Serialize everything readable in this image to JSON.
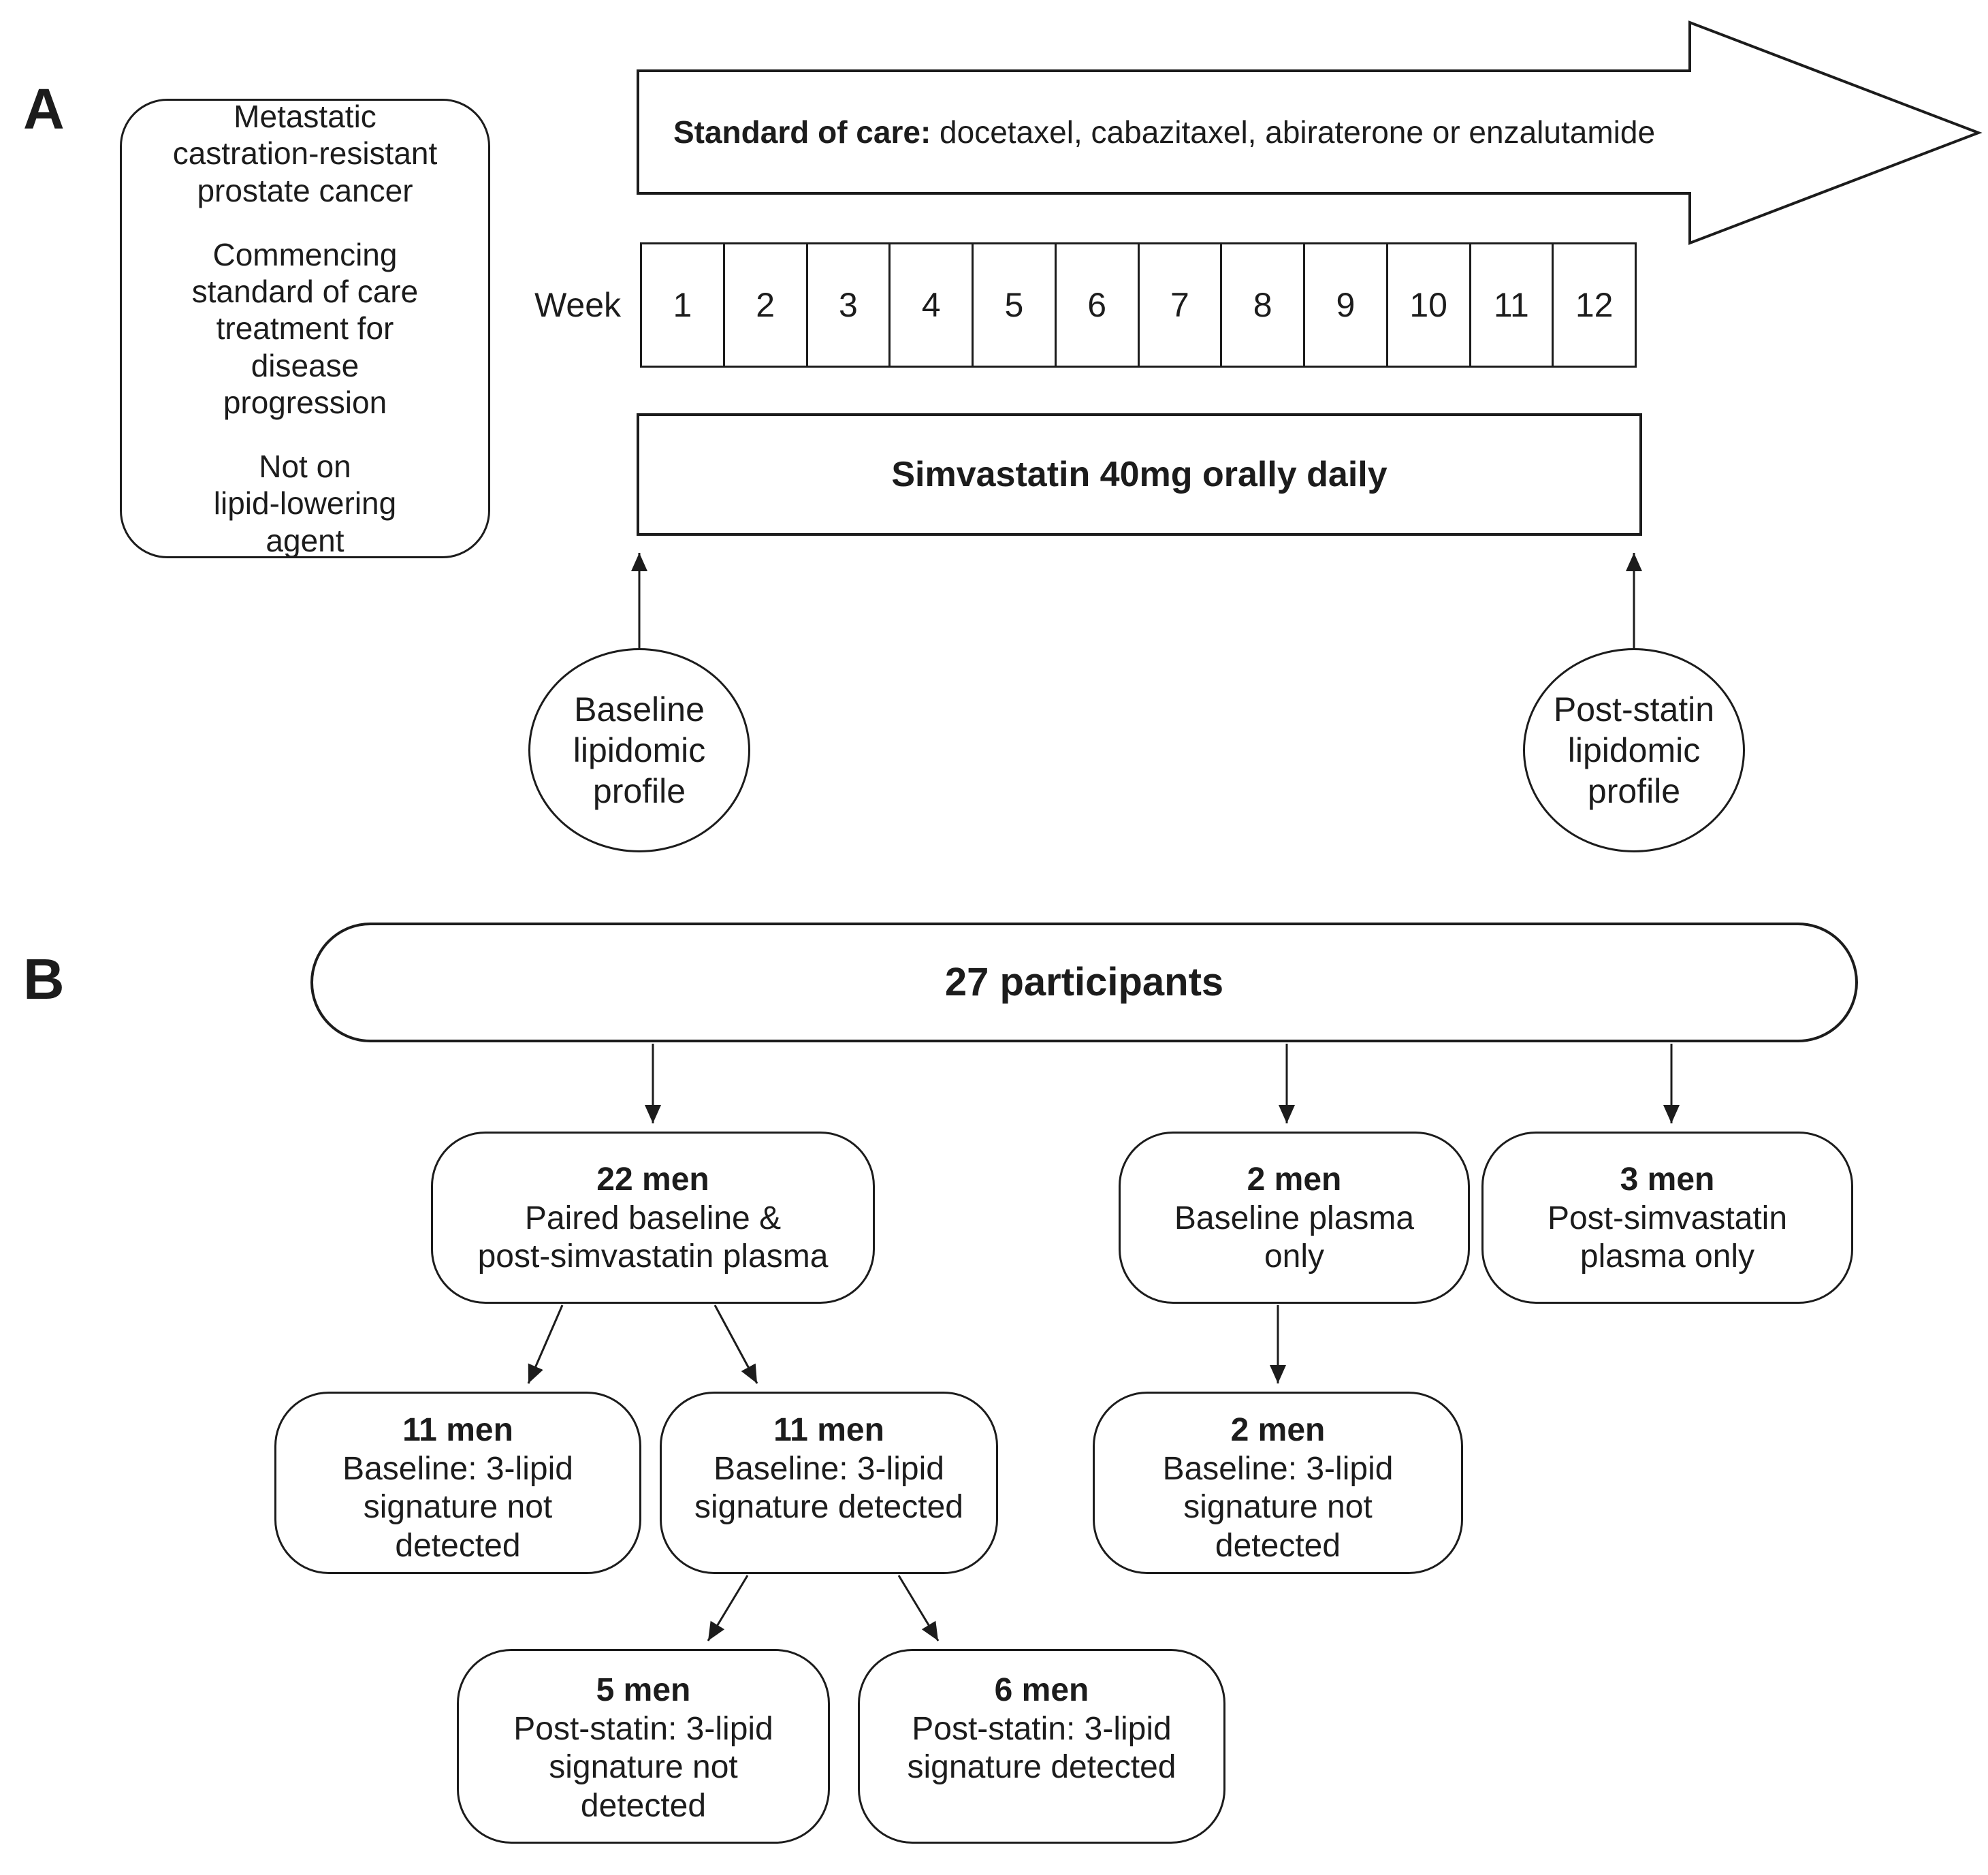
{
  "colors": {
    "ink": "#1c1c1c",
    "background": "#ffffff"
  },
  "panelA": {
    "label": "A",
    "eligibility": [
      "Metastatic\ncastration-resistant\nprostate cancer",
      "Commencing\nstandard of care\ntreatment for\ndisease\nprogression",
      "Not on\nlipid-lowering\nagent"
    ],
    "soc_bold": "Standard of care:",
    "soc_rest": " docetaxel, cabazitaxel, abiraterone or enzalutamide",
    "week_label": "Week",
    "weeks": [
      "1",
      "2",
      "3",
      "4",
      "5",
      "6",
      "7",
      "8",
      "9",
      "10",
      "11",
      "12"
    ],
    "simvastatin": "Simvastatin 40mg orally daily",
    "baseline_circle": "Baseline\nlipidomic\nprofile",
    "post_statin_circle": "Post-statin\nlipidomic\nprofile"
  },
  "panelB": {
    "label": "B",
    "root": "27 participants",
    "paired": {
      "count": "22 men",
      "desc": "Paired baseline &\npost-simvastatin plasma"
    },
    "baseline_only": {
      "count": "2 men",
      "desc": "Baseline plasma\nonly"
    },
    "post_only": {
      "count": "3 men",
      "desc": "Post-simvastatin\nplasma only"
    },
    "baseline_not_detected": {
      "count": "11 men",
      "desc": "Baseline: 3-lipid\nsignature not\ndetected"
    },
    "baseline_detected": {
      "count": "11 men",
      "desc": "Baseline: 3-lipid\nsignature detected"
    },
    "baseline_only_not_detected": {
      "count": "2 men",
      "desc": "Baseline: 3-lipid\nsignature not\ndetected"
    },
    "post_not_detected": {
      "count": "5 men",
      "desc": "Post-statin: 3-lipid\nsignature not\ndetected"
    },
    "post_detected": {
      "count": "6 men",
      "desc": "Post-statin: 3-lipid\nsignature detected"
    }
  }
}
